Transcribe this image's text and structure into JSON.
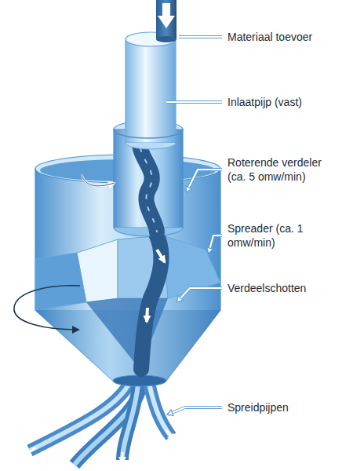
{
  "diagram": {
    "labels": [
      "Materiaal toevoer",
      "Inlaatpijp (vast)",
      "Roterende verdeler (ca. 5 omw/min)",
      "Spreader (ca. 1 omw/min)",
      "Verdeelschotten",
      "Spreidpijpen"
    ]
  }
}
